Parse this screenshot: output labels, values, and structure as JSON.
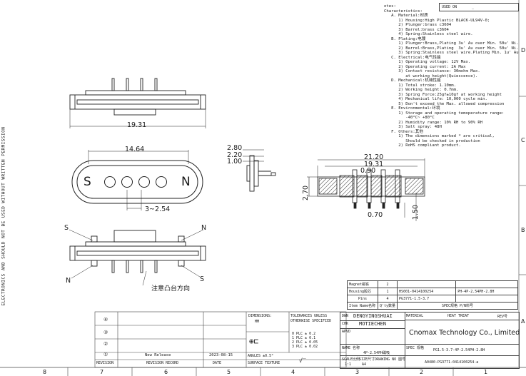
{
  "side_text": "ELECTRONICS AND SHOULD NOT BE USED WITHOUT WRITTEN PERMISSION",
  "used_on": {
    "label": "USED ON",
    "value": "_"
  },
  "notes": [
    "otes:",
    "Characteristics:",
    "   A. Material:材质",
    "      1) Housing:High Plastic BLACK-UL94V-0;",
    "      2) Plunger:brass c3604",
    "      3) Barrel:brass c3604",
    "      4) Spring:Stainless steel wire.",
    "   B. Plating:电镀",
    "      1) Plunger:Brass,Plating 3u' Au over Min. 50u' Ni.",
    "      2) Barrel:Brass,Plating  3u' Au over Min. 50u' Ni.",
    "      3) Spring:Stainless steel wire.Plating Min. 1u' Au",
    "   C. Electrical:电气性能",
    "      1) Operating voltage: 12V Max.",
    "      2) Operating current: 2A Max",
    "      3) Contact resistance: 30mohm Max.",
    "         at working height(Quiescence).",
    "   D. Mechanical:机械性能",
    "      1) Total stroke: 1.10mm.",
    "      2) Working height: 0.7mm.",
    "      3) Spring Force:25gf±10gf at working height",
    "      4) Mechanical life: 10,000 cycle min.",
    "      5) Don't exceed the Max. allowed compression",
    "   E. Environmental:环境",
    "      1) Storage and operating temoperature range:",
    "         -40°C~ +80°C",
    "      2) Humidity range: 10% RH to 90% RH",
    "      3) Salt spray: 48H",
    "   F. Others:其他",
    "      1) The dimensions marked * are critical,",
    "         Should be checked in production",
    "      2) RoHS compliant product."
  ],
  "dims": {
    "overall_width": "19.31",
    "pitch_span": "14.64",
    "pin_pitch": "3~2.54",
    "h1": "2.80",
    "h2": "2.20",
    "h3": "1.00",
    "sec_width": "21.20",
    "sec_inner": "19.31",
    "sec_gap": "0.90",
    "sec_height": "2.70",
    "sec_pin": "0.70",
    "sec_pin_len": "1.50"
  },
  "face_label": "S OOOO N",
  "face_letters": [
    "S",
    "N"
  ],
  "pole_labels": {
    "s_top": "S",
    "n_top": "N",
    "n_bottom": "N",
    "s_bottom": "S"
  },
  "note_cn": "注意凸台方向",
  "bom": [
    {
      "name": "Magnet磁铁",
      "qty": "2",
      "part": "",
      "desc": ""
    },
    {
      "name": "Housing胶芯",
      "qty": "1",
      "part": "HS001-0414100254",
      "desc": "PH-4P-2.54PH-2.8H"
    },
    {
      "name": "Pins",
      "qty": "4",
      "part": "PG3771-1.5-3.7",
      "desc": ""
    },
    {
      "name": "Item Name名称",
      "qty": "Q'ty数量",
      "part": "SPEC规格 P/N料号",
      "desc": ""
    }
  ],
  "title_block": {
    "dwn_label": "DWN",
    "dwn": "DENGYINGSHUAI",
    "chk_label": "CHK",
    "chk": "MOTIECHEN",
    "apvd_label": "APVD",
    "material_label": "MATERIAL",
    "heat_label": "HEAT TREAT",
    "rev_label": "REV号",
    "company": "Cnomax Technology Co., Limited",
    "name_label": "NAME 名称",
    "name": "4P-2.54PH磁吸",
    "spec_label": "SPEC 规格",
    "spec": "PG1.5-3.7-4P-2.54PH-2.8H",
    "scale_label": "SCALE比例",
    "scale": "1:1",
    "size_label": "SIZE尺寸",
    "size": "A4",
    "drawing_label": "DRAWING NO 图号",
    "drawing_no": "A0480-PG3771-0414100254-a"
  },
  "revision_table": {
    "rows": [
      {
        "mark": "④",
        "desc": "",
        "date": ""
      },
      {
        "mark": "③",
        "desc": "",
        "date": ""
      },
      {
        "mark": "②",
        "desc": "",
        "date": ""
      },
      {
        "mark": "①",
        "desc": "New Release",
        "date": "2023-08-15"
      }
    ],
    "header": {
      "rev": "REVISION",
      "record": "REVISION RECORD",
      "date": "DATE"
    },
    "dimensions": "DIMENSIONS:",
    "dim_unit": "MM",
    "tolerances": "TOLERANCES UNLESS OTHERWISE SPECIFIED",
    "tol_rows": [
      "0 PLC  ± 0.2",
      "1 PLC  ± 0.1",
      "2 PLC  ± 0.05",
      "3 PLC  ± 0.02"
    ],
    "angles": "ANGLES ±0.5°",
    "surface": "SURFACE TEXTURE"
  },
  "zones_bottom": [
    "8",
    "7",
    "6",
    "5",
    "4",
    "3",
    "2",
    "1"
  ],
  "zones_right": [
    "D",
    "C",
    "B",
    "A"
  ]
}
